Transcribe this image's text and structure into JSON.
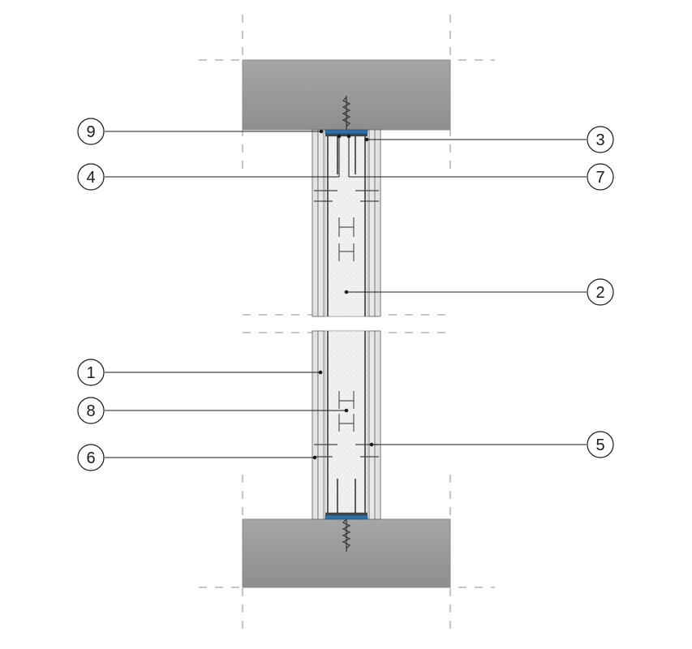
{
  "diagram": {
    "callouts": [
      {
        "id": "1",
        "label": "1"
      },
      {
        "id": "2",
        "label": "2"
      },
      {
        "id": "3",
        "label": "3"
      },
      {
        "id": "4",
        "label": "4"
      },
      {
        "id": "5",
        "label": "5"
      },
      {
        "id": "6",
        "label": "6"
      },
      {
        "id": "7",
        "label": "7"
      },
      {
        "id": "8",
        "label": "8"
      },
      {
        "id": "9",
        "label": "9"
      }
    ],
    "colors": {
      "slab": "#9a9a9a",
      "slab_edge": "#8a8a8a",
      "board": "#e8e8e8",
      "insulation": "#f1f1f1",
      "profile": "#3a3a3a",
      "sealant": "#2f6fa8",
      "leader": "#1a1a1a",
      "dash": "#8c8c8c"
    }
  }
}
